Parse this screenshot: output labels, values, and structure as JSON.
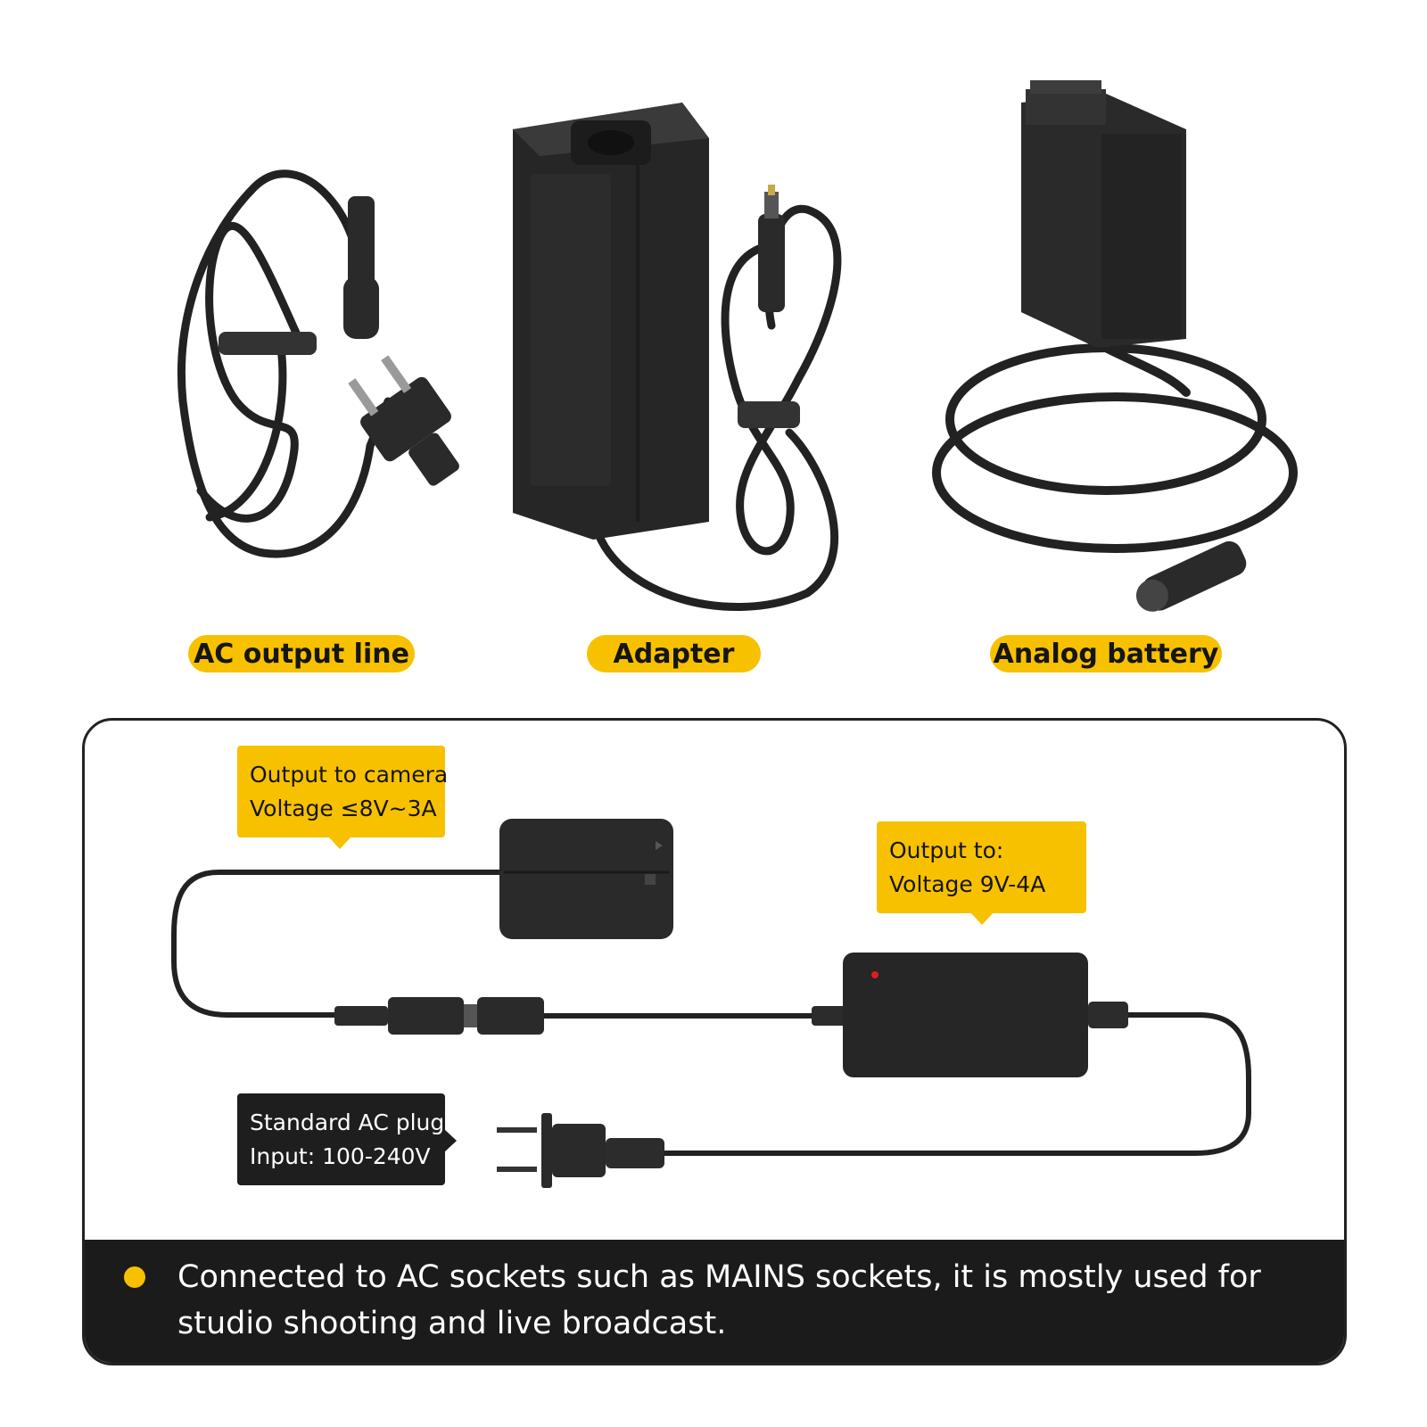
{
  "products": [
    {
      "label": "AC output line"
    },
    {
      "label": "Adapter"
    },
    {
      "label": "Analog battery"
    }
  ],
  "callouts": {
    "camera_output": {
      "line1": "Output to camera",
      "line2": "Voltage ≤8V~3A"
    },
    "adapter_output": {
      "line1": "Output to:",
      "line2": "Voltage 9V-4A"
    },
    "ac_plug": {
      "line1": "Standard AC plug",
      "line2": "Input: 100-240V"
    }
  },
  "footer": {
    "text": "Connected to AC sockets such as MAINS sockets, it is mostly used for studio shooting and live broadcast."
  },
  "colors": {
    "accent": "#f7c100",
    "dark": "#1b1b1b",
    "product": "#2a2a2a"
  }
}
